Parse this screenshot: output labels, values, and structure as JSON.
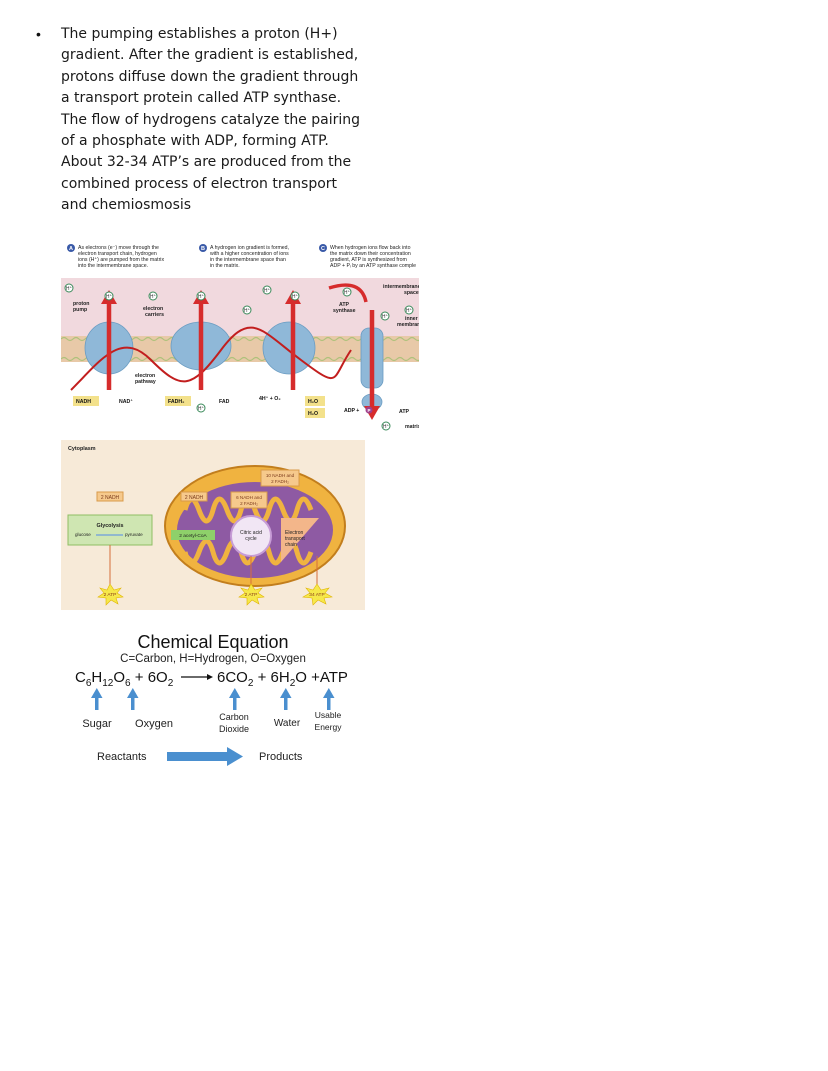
{
  "paragraph": {
    "bullet": "•",
    "line1": "The pumping establishes a proton (H+) gradient. After the gradient is established, protons diffuse down the gradient through a transport protein called ATP synthase.",
    "line2": "The flow of hydrogens catalyze the pairing of a phosphate with ADP, forming ATP. About 32-34 ATP’s are produced from the combined process of electron transport and chemiosmosis"
  },
  "etc_figure": {
    "steps": [
      {
        "badge": "A",
        "lines": [
          "As electrons (e⁻) move through the",
          "electron transport chain, hydrogen",
          "ions (H⁺) are pumped from the matrix",
          "into the intermembrane space."
        ]
      },
      {
        "badge": "B",
        "lines": [
          "A hydrogen ion gradient is formed,",
          "with a higher concentration of ions",
          "in the intermembrane space than",
          "in the matrix."
        ]
      },
      {
        "badge": "C",
        "lines": [
          "When hydrogen ions flow back into",
          "the matrix down their concentration",
          "gradient, ATP is synthesized from",
          "ADP + Pᵢ by an ATP synthase comple"
        ]
      }
    ],
    "labels": {
      "proton_pump": [
        "proton",
        "pump"
      ],
      "electron_carriers": [
        "electron",
        "carriers"
      ],
      "electron_pathway": [
        "electron",
        "pathway"
      ],
      "atp_synthase": [
        "ATP",
        "synthase"
      ],
      "intermembrane_space": [
        "intermembrane",
        "space"
      ],
      "inner_membrane": [
        "inner",
        "membrane"
      ],
      "matrix": "matrix",
      "nadh": "NADH",
      "nad": "NAD⁺",
      "fadh2": "FADH₂",
      "fad": "FAD",
      "oxygen_rxn": "4H⁺ + O₂",
      "h2o_1": "H₂O",
      "h2o_2": "H₂O",
      "adp": "ADP +",
      "pi": "P",
      "atp": "ATP",
      "h_ion": "H⁺"
    },
    "colors": {
      "membrane": "#e8c9a8",
      "protein": "#8fb8d8",
      "arrow": "#d62c2c",
      "label_box": "#f3e18b"
    }
  },
  "mito_figure": {
    "cytoplasm": "Cytoplasm",
    "glycolysis": "Glycolysis",
    "glucose": "glucose",
    "pyruvate": "pyruvate",
    "nadh_left": "2 NADH",
    "nadh_mid": "2 NADH",
    "nadh_inner": [
      "6 NADH and",
      "2 FADH₂"
    ],
    "nadh_top": [
      "10 NADH and",
      "2 FADH₂"
    ],
    "acetyl": "2 acetyl-CoA",
    "citric": [
      "Citric acid",
      "cycle"
    ],
    "etc": [
      "Electron",
      "transport",
      "chain"
    ],
    "atp_left": "2 ATP",
    "atp_mid": "2 ATP",
    "atp_right": "34 ATP",
    "colors": {
      "background": "#f7ead8",
      "outer": "#f0b340",
      "inner": "#8e5aa3",
      "green_box": "#cfe6b2",
      "nadh_box": "#f6c98c"
    }
  },
  "equation": {
    "title": "Chemical Equation",
    "legend": "C=Carbon, H=Hydrogen, O=Oxygen",
    "formula": {
      "c6": "C",
      "s6a": "6",
      "h12": "H",
      "s12": "12",
      "o6": "O",
      "s6b": "6",
      "plus1": " + 6O",
      "s2a": "2",
      "rhs1": "6CO",
      "s2b": "2",
      "plus2": " + 6H",
      "s2c": "2",
      "rhs2": "O +ATP"
    },
    "labels": {
      "sugar": "Sugar",
      "oxygen": "Oxygen",
      "carbon": "Carbon",
      "dioxide": "Dioxide",
      "water": "Water",
      "usable": "Usable",
      "energy": "Energy",
      "reactants": "Reactants",
      "products": "Products"
    },
    "colors": {
      "arrow": "#4a8fcf"
    }
  }
}
